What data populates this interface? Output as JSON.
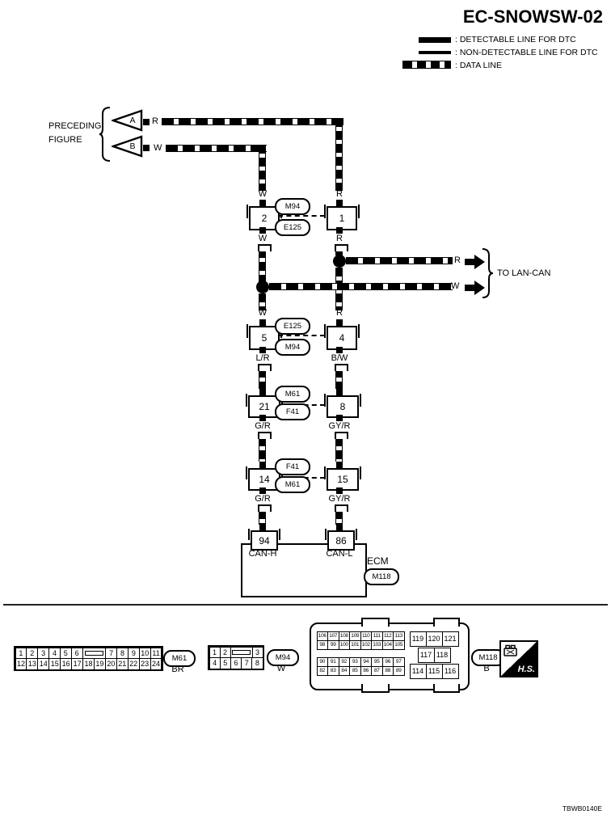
{
  "title": "EC-SNOWSW-02",
  "doc_code": "TBWB0140E",
  "legend": {
    "detectable": ": DETECTABLE LINE FOR DTC",
    "non_detectable": ": NON-DETECTABLE LINE FOR DTC",
    "data_line": ": DATA LINE"
  },
  "preceding": {
    "line1": "PRECEDING",
    "line2": "FIGURE",
    "arrow_a": "A",
    "arrow_a_wire": "R",
    "arrow_b": "B",
    "arrow_b_wire": "W"
  },
  "lan_can": {
    "label": "TO LAN-CAN",
    "branch_r": "R",
    "branch_w": "W"
  },
  "rows": [
    {
      "left": {
        "pin": "2",
        "top": "W",
        "bottom": "W"
      },
      "right": {
        "pin": "1",
        "top": "R",
        "bottom": "R"
      },
      "oval_top": "M94",
      "oval_bottom": "E125"
    },
    {
      "left": {
        "pin": "5",
        "top": "W",
        "bottom": "L/R"
      },
      "right": {
        "pin": "4",
        "top": "R",
        "bottom": "B/W"
      },
      "oval_top": "E125",
      "oval_bottom": "M94"
    },
    {
      "left": {
        "pin": "21",
        "bottom": "G/R"
      },
      "right": {
        "pin": "8",
        "bottom": "GY/R"
      },
      "oval_top": "M61",
      "oval_bottom": "F41"
    },
    {
      "left": {
        "pin": "14",
        "bottom": "G/R"
      },
      "right": {
        "pin": "15",
        "bottom": "GY/R"
      },
      "oval_top": "F41",
      "oval_bottom": "M61"
    }
  ],
  "ecm": {
    "label": "ECM",
    "connector": "M118",
    "term_left_pin": "94",
    "term_left_name": "CAN-H",
    "term_right_pin": "86",
    "term_right_name": "CAN-L"
  },
  "connectors": {
    "m61": {
      "label": "M61",
      "color": "BR",
      "row1_left": [
        "1",
        "2",
        "3",
        "4",
        "5",
        "6"
      ],
      "row1_right": [
        "7",
        "8",
        "9",
        "10",
        "11"
      ],
      "row2": [
        "12",
        "13",
        "14",
        "15",
        "16",
        "17",
        "18",
        "19",
        "20",
        "21",
        "22",
        "23",
        "24"
      ]
    },
    "m94": {
      "label": "M94",
      "color": "W",
      "row1_left": [
        "1",
        "2"
      ],
      "row1_right": [
        "3"
      ],
      "row2": [
        "4",
        "5",
        "6",
        "7",
        "8"
      ]
    },
    "m118": {
      "label": "M118",
      "color": "B",
      "grid_tl": [
        [
          "106",
          "107",
          "108",
          "109",
          "110",
          "111",
          "112",
          "113"
        ],
        [
          "98",
          "99",
          "100",
          "101",
          "102",
          "103",
          "104",
          "105"
        ]
      ],
      "grid_bl": [
        [
          "90",
          "91",
          "92",
          "93",
          "94",
          "95",
          "96",
          "97"
        ],
        [
          "82",
          "83",
          "84",
          "85",
          "86",
          "87",
          "88",
          "89"
        ]
      ],
      "right": [
        [
          "119",
          "120",
          "121"
        ],
        [
          "117",
          "118"
        ],
        [
          "114",
          "115",
          "116"
        ]
      ]
    }
  },
  "hs": {
    "label": "H.S."
  }
}
